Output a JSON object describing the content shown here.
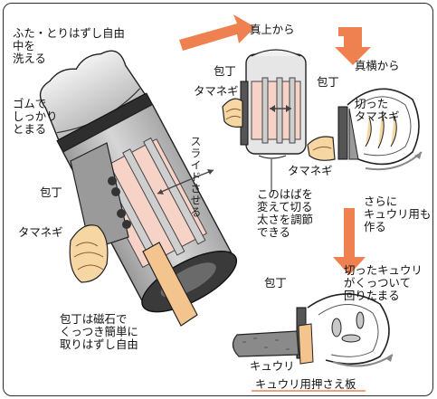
{
  "labels": {
    "lid": [
      "ふた・とりはずし自由",
      "中を",
      "洗える"
    ],
    "rubber": [
      "ゴムで",
      "しっかり",
      "とまる"
    ],
    "knife_left": "包丁",
    "onion_left": "タマネギ",
    "magnet": [
      "包丁は磁石で",
      "くっつき簡単に",
      "取りはずし自由"
    ],
    "slide": "スライドさせる",
    "top_view": "真上から",
    "side_view": "真横から",
    "knife_top": "包丁",
    "onion_top": "タマネギ",
    "knife_side": "包丁",
    "cut_onion": [
      "切った",
      "タマネギ"
    ],
    "onion_side": "タマネギ",
    "adjust": [
      "このはばを",
      "変えて切る",
      "太さを調節",
      "できる"
    ],
    "cucumber_too": [
      "さらに",
      "キュウリ用も",
      "作る"
    ],
    "cut_cucumber": [
      "切ったキュウリ",
      "がくっついて",
      "回りたまる"
    ],
    "knife_cuc": "包丁",
    "cucumber": "キュウリ",
    "press_board": "キュウリ用押さえ板"
  },
  "colors": {
    "arrow": "#ef8050",
    "pink": "#f6d3c6",
    "body_gray": "#c7c7c7",
    "dark_gray": "#555555",
    "wood": "#f4c48e",
    "cucumber": "#8a8a8a"
  }
}
